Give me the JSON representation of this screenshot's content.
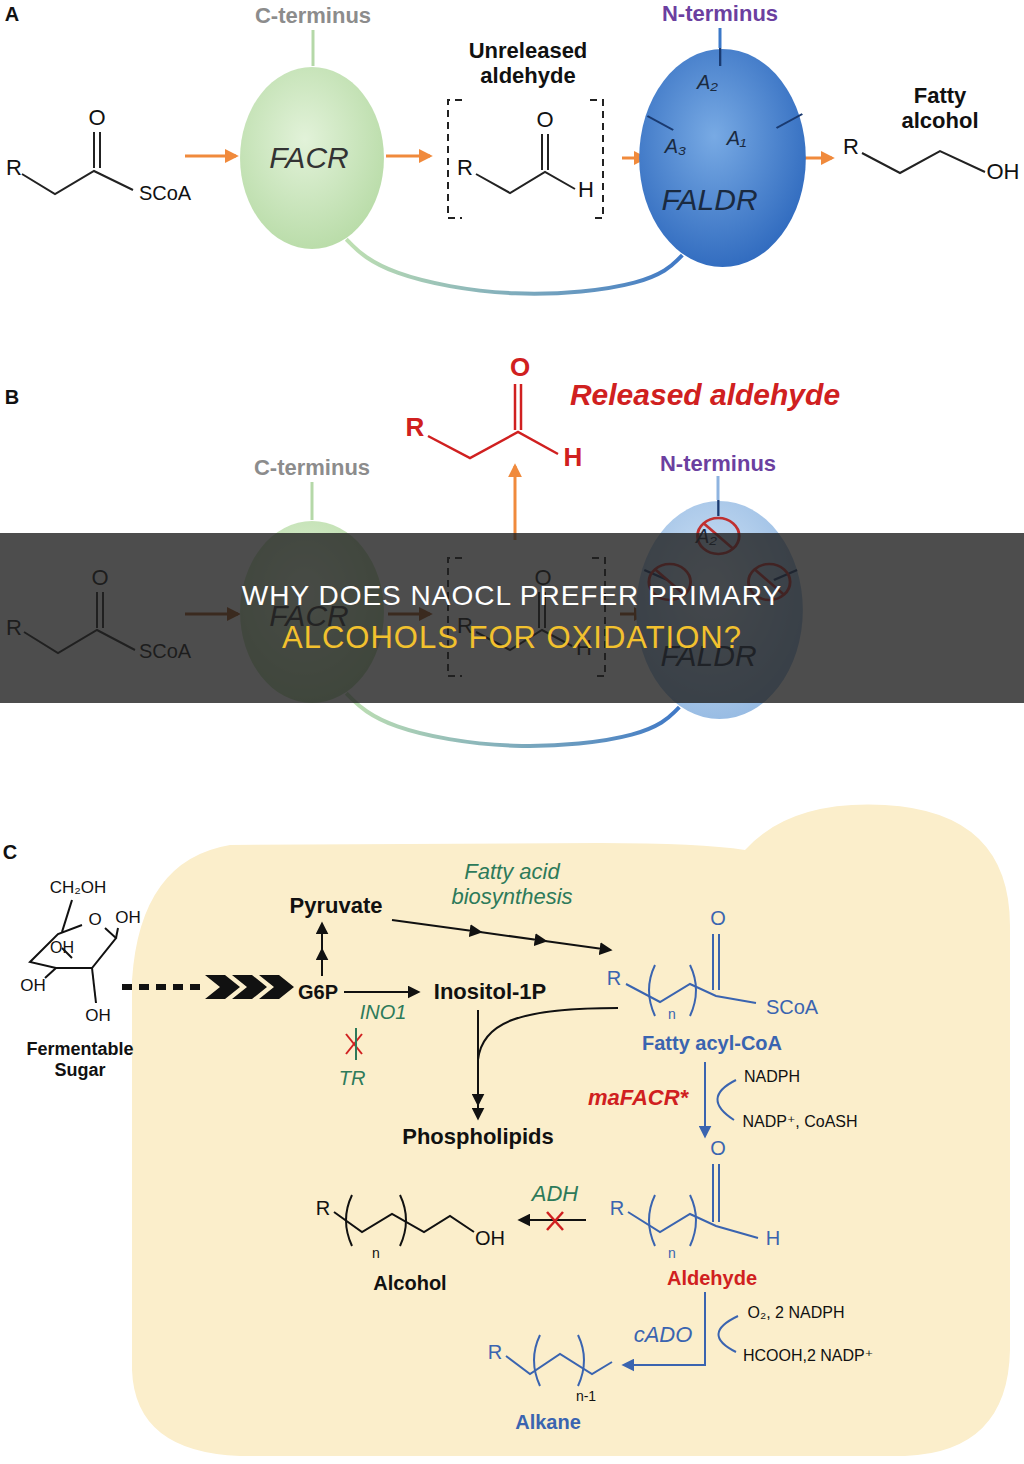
{
  "diagram": {
    "nodes": [
      {
        "text": [
          "FACR"
        ]
      },
      {
        "text": [
          "A₂",
          "A₃",
          "A₁",
          "FALDR"
        ]
      },
      {
        "text": [
          "FACR"
        ]
      },
      {
        "text": [
          "A₂",
          "FALDR"
        ]
      },
      {
        "text": [
          "WHY DOES NAOCL PREFER PRIMARY",
          "ALCOHOLS FOR OXIDATION?"
        ]
      }
    ],
    "edges": [
      {
        "from": 0,
        "to": 1,
        "arrow": "none"
      },
      {
        "from": 2,
        "to": 3,
        "arrow": "none"
      }
    ],
    "labels": [
      "A",
      "C-terminus",
      "N-terminus",
      "O",
      "R",
      "SCoA",
      "Unreleased aldehyde",
      "O",
      "R",
      "H",
      "Fatty alcohol",
      "R",
      "OH",
      "B",
      "O",
      "R",
      "H",
      "Released aldehyde",
      "C-terminus",
      "N-terminus",
      "O",
      "R",
      "SCoA",
      "O",
      "R",
      "H",
      "C",
      "CH₂OH",
      "O",
      "OH",
      "OH",
      "OH",
      "OH",
      "Fermentable Sugar",
      "Pyruvate",
      "Fatty acid biosynthesis",
      "G6P",
      "INO1",
      "TR",
      "Inositol-1P",
      "Phospholipids",
      "R",
      "n",
      "O",
      "SCoA",
      "Fatty acyl-CoA",
      "maFACR*",
      "NADPH",
      "NADP⁺, CoASH",
      "O",
      "R",
      "n",
      "H",
      "Aldehyde",
      "ADH",
      "R",
      "n",
      "OH",
      "Alcohol",
      "cADO",
      "O₂, 2 NADPH",
      "HCOOH,2 NADP⁺",
      "R",
      "n-1",
      "Alkane"
    ]
  }
}
